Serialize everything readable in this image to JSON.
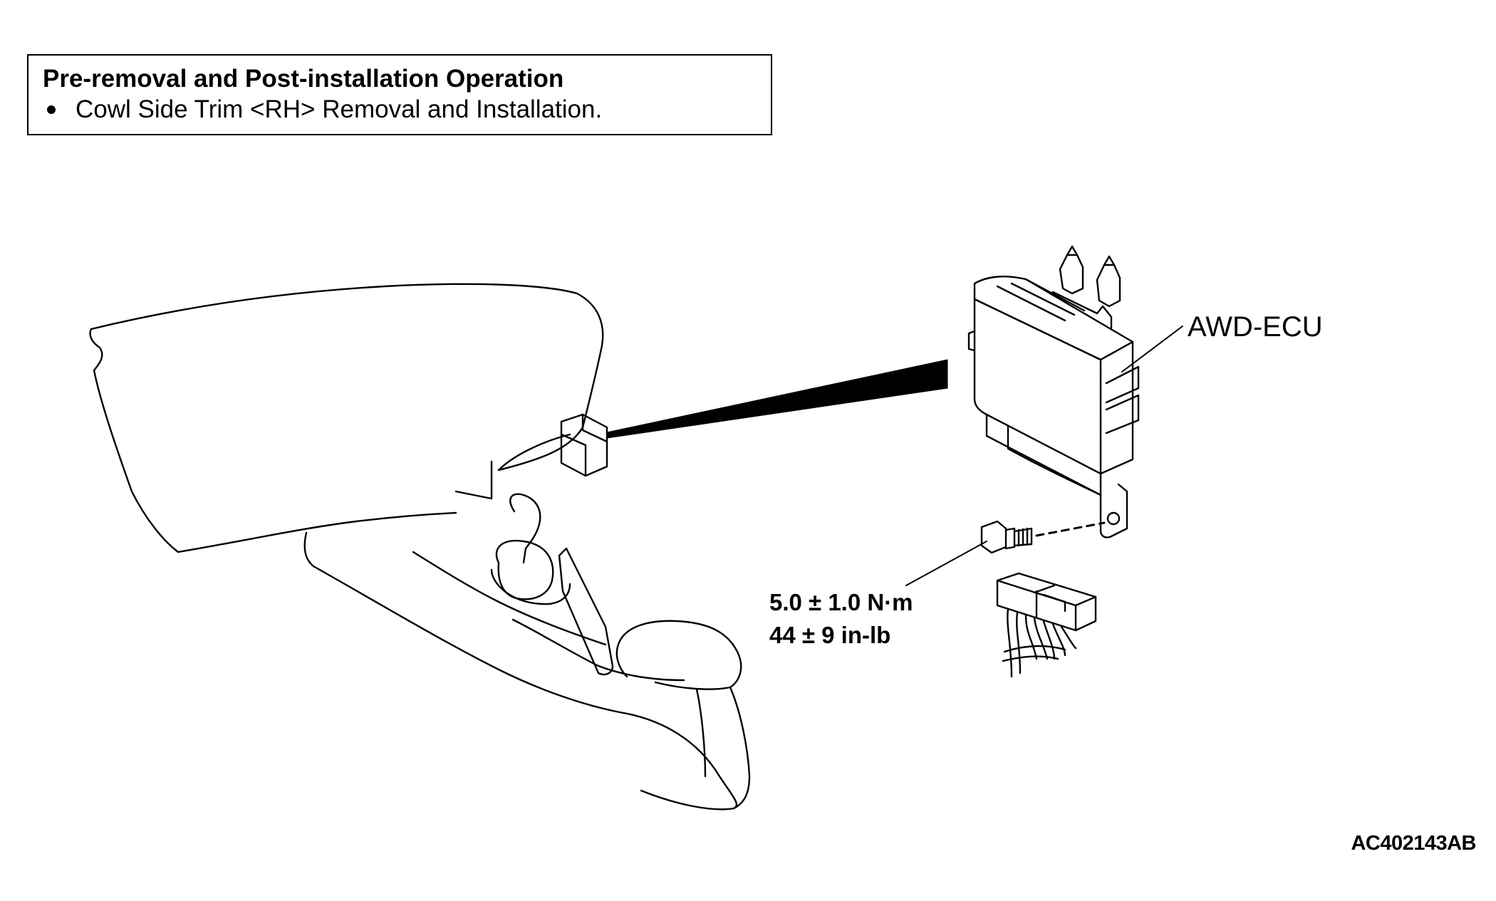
{
  "info_box": {
    "title": "Pre-removal and Post-installation Operation",
    "items": [
      "Cowl Side Trim <RH> Removal and Installation."
    ]
  },
  "labels": {
    "ecu": "AWD-ECU",
    "torque_metric": "5.0 ± 1.0 N·m",
    "torque_imperial": "44 ± 9 in-lb"
  },
  "figure_code": "AC402143AB",
  "colors": {
    "line": "#000000",
    "background": "#ffffff"
  }
}
